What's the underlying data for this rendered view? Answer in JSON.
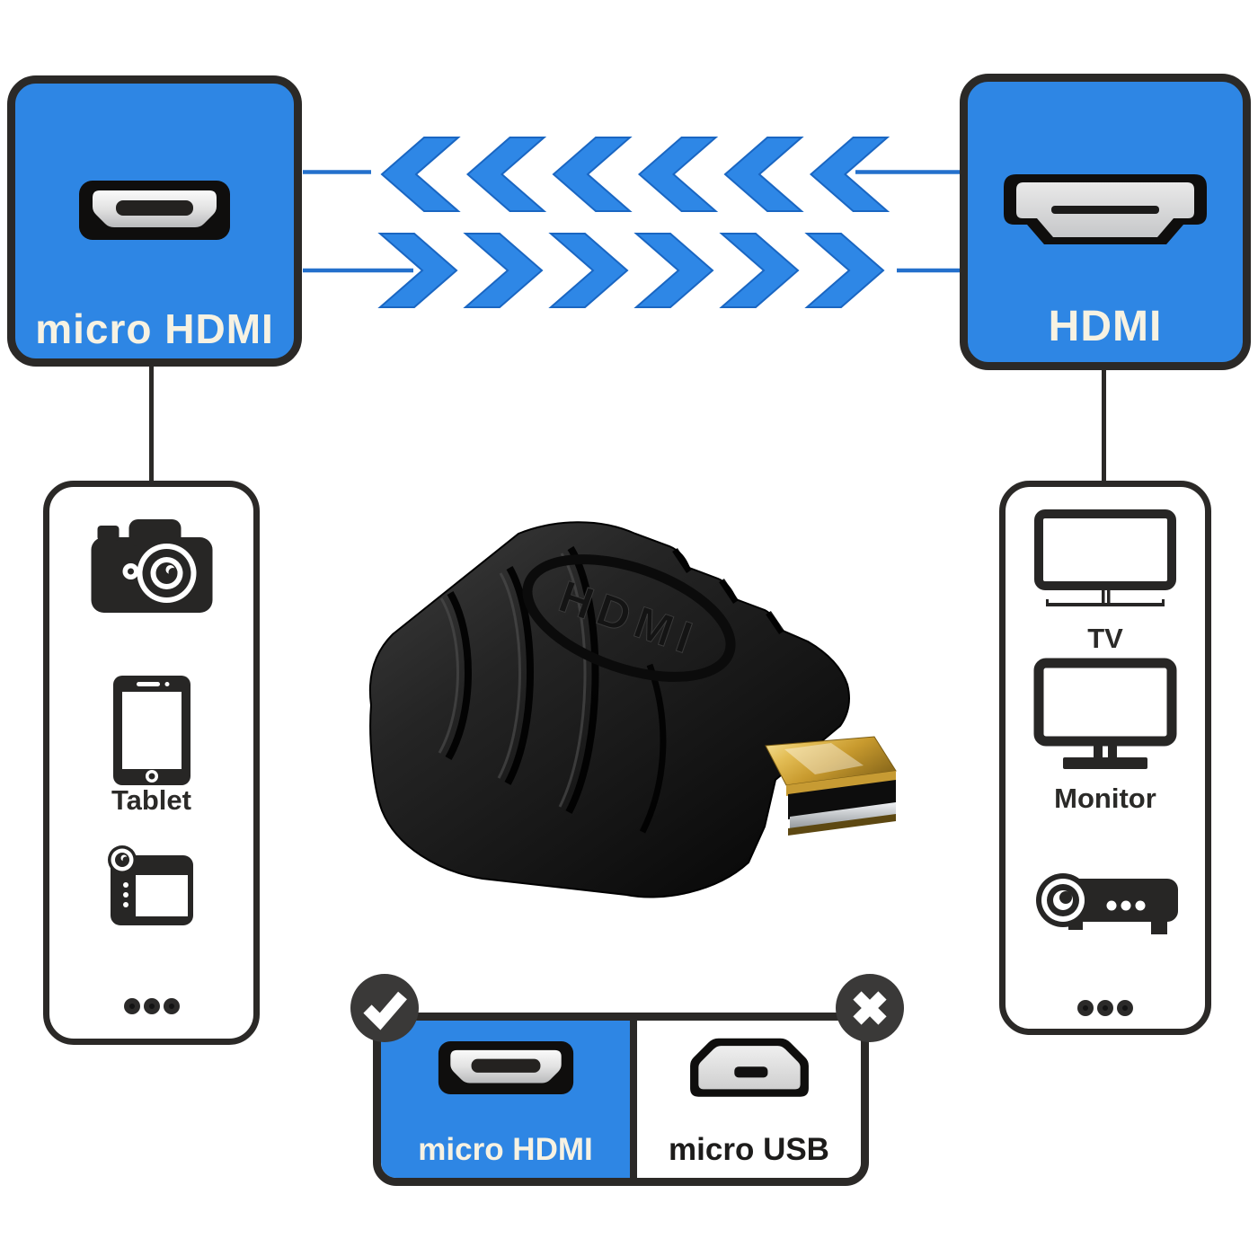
{
  "colors": {
    "blue": "#2E86E4",
    "chevron_blue": "#2E87E6",
    "chevron_outline": "#1A66C2",
    "connector_line_blue": "#2470CC",
    "dark_border": "#2B2927",
    "icon_dark": "#272625",
    "badge_dark": "#3A3938",
    "gold_connector": "#D4A93C",
    "port_silver": "#D9D9D9",
    "label_cream": "#F7F2E2"
  },
  "top_left_box": {
    "label": "micro HDMI",
    "icon": "micro-hdmi-port-icon"
  },
  "top_right_box": {
    "label": "HDMI",
    "icon": "hdmi-port-icon"
  },
  "arrows": {
    "rows": [
      {
        "direction": "left",
        "count": 6
      },
      {
        "direction": "right",
        "count": 6
      }
    ]
  },
  "source_devices": {
    "items": [
      {
        "icon": "camera-icon",
        "label": ""
      },
      {
        "icon": "tablet-icon",
        "label": "Tablet"
      },
      {
        "icon": "camcorder-icon",
        "label": ""
      },
      {
        "icon": "ellipsis-icon",
        "label": ""
      }
    ]
  },
  "display_devices": {
    "items": [
      {
        "icon": "tv-icon",
        "label": "TV"
      },
      {
        "icon": "monitor-icon",
        "label": "Monitor"
      },
      {
        "icon": "projector-icon",
        "label": ""
      },
      {
        "icon": "ellipsis-icon",
        "label": ""
      }
    ]
  },
  "adapter": {
    "embossed_text": "HDMI"
  },
  "comparison": {
    "correct": {
      "label": "micro HDMI",
      "icon": "micro-hdmi-port-icon",
      "badge": "check-icon"
    },
    "wrong": {
      "label": "micro USB",
      "icon": "micro-usb-port-icon",
      "badge": "x-icon"
    }
  }
}
